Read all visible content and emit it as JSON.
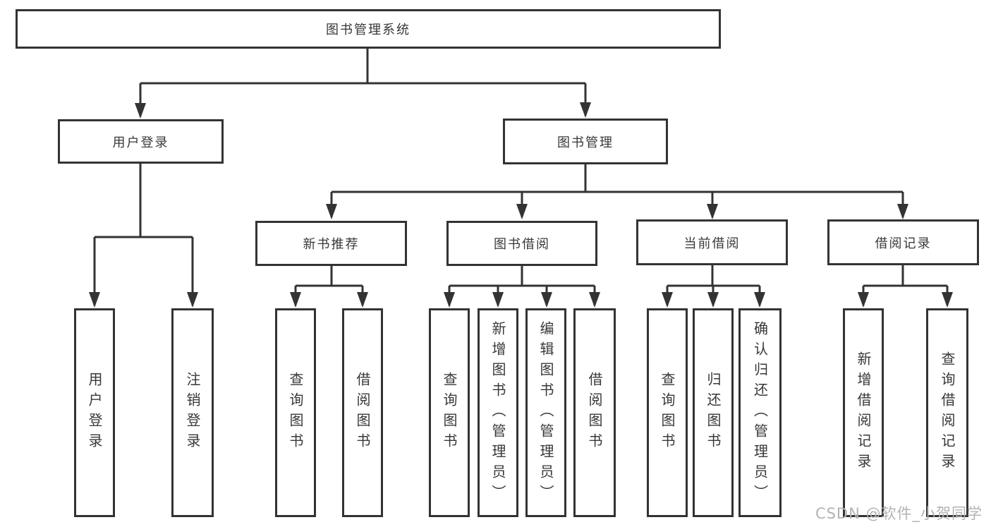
{
  "nodes": {
    "root": "图书管理系统",
    "user_login": "用户登录",
    "book_mgmt": "图书管理",
    "new_rec": "新书推荐",
    "book_borrow": "图书借阅",
    "current_borrow": "当前借阅",
    "borrow_record": "借阅记录"
  },
  "leaves": [
    "用户登录",
    "注销登录",
    "查询图书",
    "借阅图书",
    "查询图书",
    "新增图书（管理员）",
    "编辑图书（管理员）",
    "借阅图书",
    "查询图书",
    "归还图书",
    "确认归还（管理员）",
    "新增借阅记录",
    "查询借阅记录"
  ],
  "watermark": "CSDN @软件_小贺同学",
  "colors": {
    "line": "#333333",
    "text": "#383838",
    "watermark": "#b3b3b3"
  }
}
